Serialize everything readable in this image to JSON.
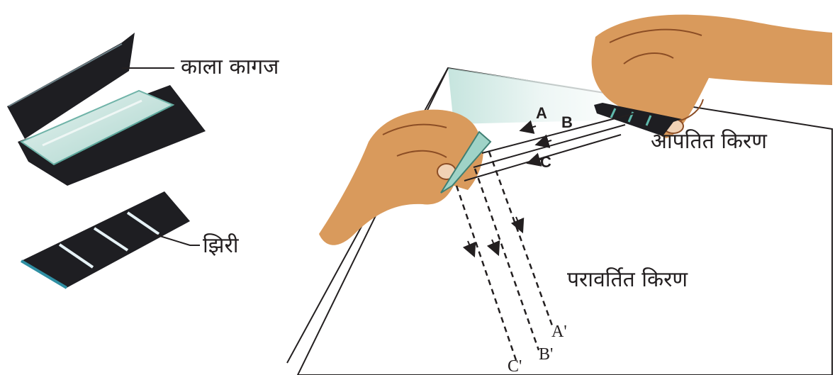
{
  "labels": {
    "black_paper": "काला कागज",
    "slit": "झिरी",
    "incident_rays": "आपतित किरण",
    "reflected_rays": "परावर्तित किरण"
  },
  "rays": {
    "incident": [
      "A",
      "B",
      "C"
    ],
    "reflected": [
      "A'",
      "B'",
      "C'"
    ]
  },
  "colors": {
    "paper_black": "#1e1e22",
    "glass": "#cde6e0",
    "skin": "#d99a5c",
    "line": "#231f20"
  }
}
